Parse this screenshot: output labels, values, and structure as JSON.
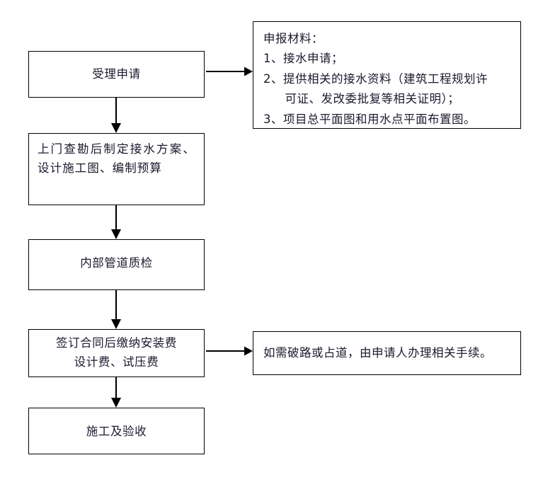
{
  "diagram": {
    "title_text": "",
    "stroke_color": "#000000",
    "text_color": "#1a1a2e",
    "background": "#ffffff",
    "nodes": [
      {
        "id": "accept-application",
        "label": "受理申请"
      },
      {
        "id": "survey-and-plan",
        "label": "上门查勘后制定接水方案、设计施工图、编制预算"
      },
      {
        "id": "internal-pipe-inspection",
        "label": "内部管道质检"
      },
      {
        "id": "sign-contract-pay-fees",
        "label": "签订合同后缴纳安装费\n设计费、试压费"
      },
      {
        "id": "construction-and-acceptance",
        "label": "施工及验收"
      }
    ],
    "notes": [
      {
        "id": "application-materials",
        "lines": [
          "申报材料：",
          "1、接水申请；",
          "2、提供相关的接水资料（建筑工程规划许",
          "可证、发改委批复等相关证明）；",
          "3、项目总平面图和用水点平面布置图。"
        ]
      },
      {
        "id": "road-excavation-note",
        "lines": [
          "如需破路或占道，由申请人办理相关手续。"
        ]
      }
    ],
    "connectors": [
      {
        "id": "accept-to-materials",
        "direction": "right"
      },
      {
        "id": "accept-to-survey",
        "direction": "down"
      },
      {
        "id": "survey-to-inspection",
        "direction": "down"
      },
      {
        "id": "inspection-to-contract",
        "direction": "down"
      },
      {
        "id": "contract-to-road-note",
        "direction": "right"
      },
      {
        "id": "contract-to-construction",
        "direction": "down"
      }
    ]
  }
}
